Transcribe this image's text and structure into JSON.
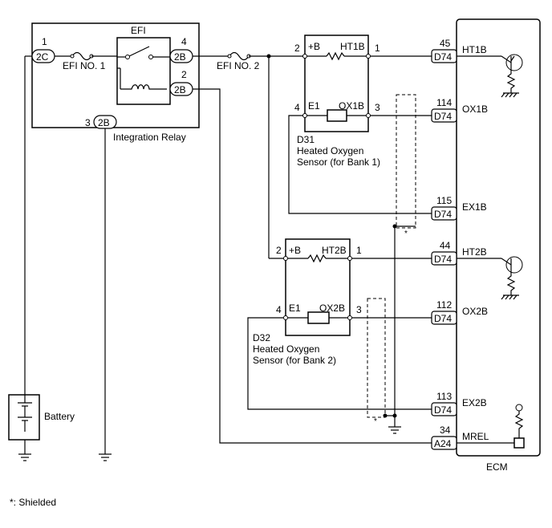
{
  "integration_relay": {
    "label": "Integration Relay",
    "relay_label": "EFI",
    "fuse1_label": "EFI NO. 1",
    "fuse2_label": "EFI NO. 2",
    "pin1": "1",
    "pin2": "2",
    "pin3": "3",
    "pin4": "4",
    "conn_2C": "2C",
    "conn_2B_out": "2B",
    "conn_2B_coil": "2B",
    "conn_2B_gnd": "2B"
  },
  "battery": {
    "label": "Battery"
  },
  "sensor1": {
    "code": "D31",
    "name_line1": "Heated Oxygen",
    "name_line2": "Sensor (for Bank 1)",
    "pin_b": "+B",
    "pin_ht": "HT1B",
    "pin_e1": "E1",
    "pin_ox": "OX1B",
    "num_2": "2",
    "num_1": "1",
    "num_4": "4",
    "num_3": "3"
  },
  "sensor2": {
    "code": "D32",
    "name_line1": "Heated Oxygen",
    "name_line2": "Sensor (for Bank 2)",
    "pin_b": "+B",
    "pin_ht": "HT2B",
    "pin_e1": "E1",
    "pin_ox": "OX2B",
    "num_2": "2",
    "num_1": "1",
    "num_4": "4",
    "num_3": "3"
  },
  "ecm": {
    "label": "ECM",
    "terminals": [
      {
        "num": "45",
        "conn": "D74",
        "signal": "HT1B"
      },
      {
        "num": "114",
        "conn": "D74",
        "signal": "OX1B"
      },
      {
        "num": "115",
        "conn": "D74",
        "signal": "EX1B"
      },
      {
        "num": "44",
        "conn": "D74",
        "signal": "HT2B"
      },
      {
        "num": "112",
        "conn": "D74",
        "signal": "OX2B"
      },
      {
        "num": "113",
        "conn": "D74",
        "signal": "EX2B"
      },
      {
        "num": "34",
        "conn": "A24",
        "signal": "MREL"
      }
    ]
  },
  "shield_mark": "*",
  "footnote": "*: Shielded"
}
